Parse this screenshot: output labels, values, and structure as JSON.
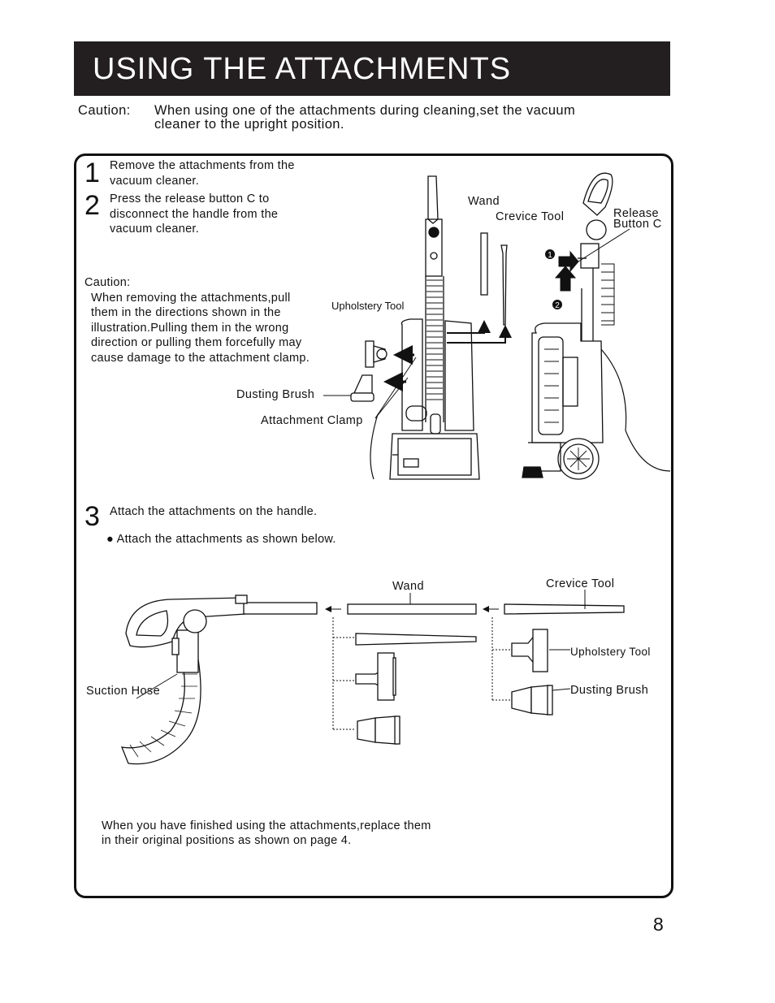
{
  "header": {
    "title": "USING THE ATTACHMENTS"
  },
  "top_caution": {
    "label": "Caution:",
    "line1": "When using one  of  the attachments during cleaning,set the vacuum",
    "line2": "cleaner  to  the  upright position."
  },
  "steps": [
    {
      "number": "1",
      "lines": [
        "Remove the attachments  from  the",
        "vacuum cleaner."
      ]
    },
    {
      "number": "2",
      "lines": [
        "Press the release button C to",
        "disconnect the handle from the",
        "vacuum cleaner."
      ]
    },
    {
      "number": "3",
      "lines": [
        "Attach the attachments on the handle."
      ]
    }
  ],
  "step3_bullet": "Attach the attachments  as shown below.",
  "inner_caution": {
    "label": "Caution:",
    "lines": [
      "When  removing the attachments,pull",
      "them  in the  directions shown in  the",
      "illustration.Pulling them in the wrong",
      "direction or pulling them forcefully  may",
      "cause damage to the attachment clamp."
    ]
  },
  "diagram1_labels": {
    "wand": "Wand",
    "crevice_tool": "Crevice Tool",
    "release_line1": "Release",
    "release_line2": "Button C",
    "upholstery_tool": "Upholstery Tool",
    "dusting_brush": "Dusting Brush",
    "attachment_clamp": "Attachment Clamp",
    "marker1": "1",
    "marker2": "2"
  },
  "diagram2_labels": {
    "wand": "Wand",
    "crevice_tool": "Crevice Tool",
    "upholstery_tool": "Upholstery Tool",
    "dusting_brush": "Dusting Brush",
    "suction_hose": "Suction Hose"
  },
  "footer_note": {
    "line1": "When you  have finished   using the  attachments,replace them",
    "line2": "in their  original positions    as shown  on page  4."
  },
  "page_number": "8"
}
